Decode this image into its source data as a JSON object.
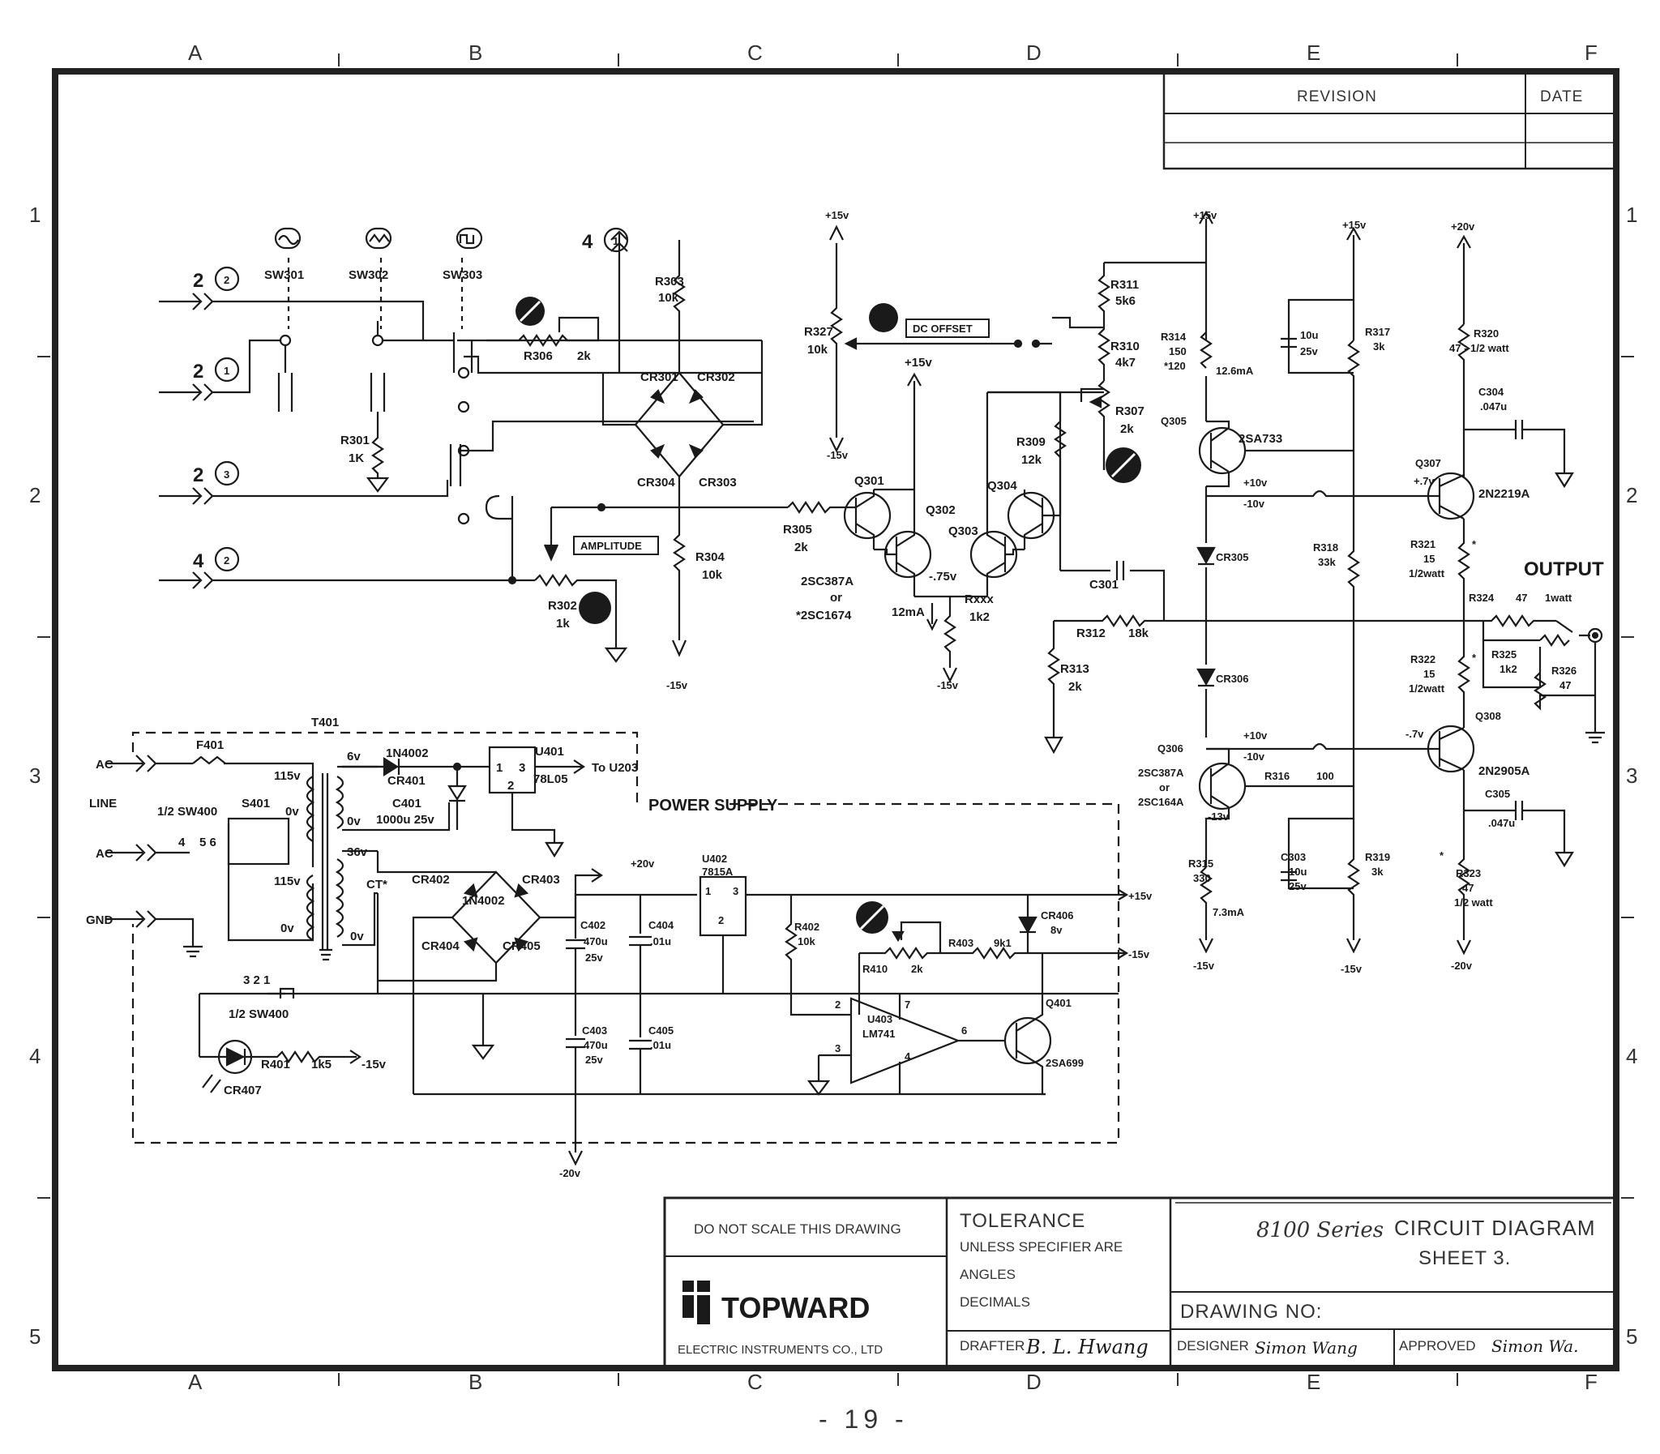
{
  "grid": {
    "columns": [
      "A",
      "B",
      "C",
      "D",
      "E",
      "F"
    ],
    "rows": [
      "1",
      "2",
      "3",
      "4",
      "5"
    ]
  },
  "revision_block": {
    "revision": "REVISION",
    "date": "DATE"
  },
  "switches": {
    "sw301": "SW301",
    "sw302": "SW302",
    "sw303": "SW303"
  },
  "inputs": {
    "in22": "2",
    "in21": "2",
    "in23": "2",
    "in42": "4",
    "in41": "4"
  },
  "labels": {
    "r303": "R303",
    "r303v": "10k",
    "r306": "R306",
    "r306v": "2k",
    "r301": "R301",
    "r301v": "1K",
    "cr301": "CR301",
    "cr302": "CR302",
    "cr304": "CR304",
    "cr303": "CR303",
    "r304": "R304",
    "r304v": "10k",
    "r305": "R305",
    "r305v": "2k",
    "r302": "R302",
    "r302v": "1k",
    "amplitude": "AMPLITUDE",
    "dc_offset": "DC OFFSET",
    "r327": "R327",
    "r327v": "10k",
    "p15a": "+15v",
    "m15a": "-15v",
    "p15b": "+15v",
    "m15b": "-15v",
    "m15c": "-15v",
    "q301": "Q301",
    "q302": "Q302",
    "q303": "Q303",
    "q304": "Q304",
    "q301type": "2SC387A",
    "or1": "or",
    "q301alt": "*2SC1674",
    "v75": "-.75v",
    "ma12": "12mA",
    "rxxx": "Rxxx",
    "rxxxv": "1k2",
    "r311": "R311",
    "r311v": "5k6",
    "r310": "R310",
    "r310v": "4k7",
    "r307": "R307",
    "r307v": "2k",
    "r309": "R309",
    "r309v": "12k",
    "c301": "C301",
    "r312": "R312",
    "r312v": "18k",
    "r313": "R313",
    "r313v": "2k",
    "p15c": "+15v",
    "p15d": "+15v",
    "p20a": "+20v",
    "r314": "R314",
    "r314v": "150",
    "r314alt": "*120",
    "ma126": "12.6mA",
    "q305": "Q305",
    "q305type": "2SA733",
    "c10u": "10u",
    "c10uv": "25v",
    "r317": "R317",
    "r317v": "3k",
    "r320": "R320",
    "r320v": "47 - 1/2 watt",
    "c304": "C304",
    "c304v": ".047u",
    "q307": "Q307",
    "q307type": "2N2219A",
    "v7p": "+.7v",
    "v10p": "+10v",
    "v10m": "-10v",
    "cr305": "CR305",
    "r318": "R318",
    "r318v": "33k",
    "r321": "R321",
    "r321v": "15",
    "r321w": "1/2watt",
    "output": "OUTPUT",
    "r324": "R324",
    "r324v": "47",
    "r324w": "1watt",
    "r325": "R325",
    "r325v": "1k2",
    "r326": "R326",
    "r326v": "47",
    "r322": "R322",
    "r322v": "15",
    "r322w": "1/2watt",
    "cr306": "CR306",
    "q308": "Q308",
    "q308type": "2N2905A",
    "v7m": "-.7v",
    "v10p2": "+10v",
    "v10m2": "-10v",
    "q306": "Q306",
    "q306type": "2SC387A",
    "or2": "or",
    "q306alt": "2SC164A",
    "r316": "R316",
    "r316v": "100",
    "v13": "-13v",
    "c305": "C305",
    "c305v": ".047u",
    "r315": "R315",
    "r315v": "330",
    "ma73": "7.3mA",
    "c303": "C303",
    "c303v": "10u",
    "c303w": "25v",
    "r319": "R319",
    "r319v": "3k",
    "r323": "R323",
    "r323v": "47",
    "r323w": "1/2 watt",
    "m15d": "-15v",
    "m15e": "-15v",
    "m20a": "-20v",
    "star": "*"
  },
  "power": {
    "t401": "T401",
    "f401": "F401",
    "ac1": "AC",
    "ac2": "AC",
    "line": "LINE",
    "gnd": "GND",
    "sw400": "1/2 SW400",
    "s401": "S401",
    "pin4": "4",
    "pin56": "5  6",
    "v115a": "115v",
    "v115b": "115v",
    "v0a": "0v",
    "v0b": "0v",
    "v0c": "0v",
    "v0d": "0v",
    "v6": "6v",
    "v36": "36v",
    "ct": "CT*",
    "d1n4002": "1N4002",
    "cr401": "CR401",
    "c401": "C401",
    "c401v": "1000u 25v",
    "u401": "U401",
    "u401type": "78L05",
    "u401p1": "1",
    "u401p3": "3",
    "u401p2": "2",
    "to_u203": "To U203",
    "title": "POWER SUPPLY",
    "cr402": "CR402",
    "cr403": "CR403",
    "cr404": "CR404",
    "cr405": "CR405",
    "bridge": "1N4002",
    "v20p": "+20v",
    "u402": "U402",
    "u402type": "7815A",
    "u402p1": "1",
    "u402p3": "3",
    "u402p2": "2",
    "c402": "C402",
    "c402v": "470u",
    "c402w": "25v",
    "c404": "C404",
    "c404v": ".01u",
    "c403": "C403",
    "c403v": "470u",
    "c403w": "25v",
    "c405": "C405",
    "c405v": ".01u",
    "r402": "R402",
    "r402v": "10k",
    "r410": "R410",
    "r410v": "2k",
    "r403": "R403",
    "r403v": "9k1",
    "cr406": "CR406",
    "cr406v": "8v",
    "out15p": "+15v",
    "out15m": "-15v",
    "u403": "U403",
    "u403type": "LM741",
    "p2": "2",
    "p3": "3",
    "p4": "4",
    "p6": "6",
    "p7": "7",
    "q401": "Q401",
    "q401type": "2SA699",
    "sw400b": "1/2 SW400",
    "sw400pins": "3  2  1",
    "r401": "R401",
    "r401v": "1k5",
    "m15": "-15v",
    "cr407": "CR407",
    "m20": "-20v"
  },
  "title_block": {
    "do_not_scale": "DO NOT SCALE THIS DRAWING",
    "company": "TOPWARD",
    "company_sub": "ELECTRIC INSTRUMENTS CO., LTD",
    "tolerance": "TOLERANCE",
    "unless": "UNLESS SPECIFIER ARE",
    "angles": "ANGLES",
    "decimals": "DECIMALS",
    "drafter": "DRAFTER",
    "drafter_sig": "B. L. Hwang",
    "title_series": "8100 Series",
    "title_main": "CIRCUIT DIAGRAM",
    "sheet": "SHEET 3.",
    "drawing_no": "DRAWING NO:",
    "designer": "DESIGNER",
    "designer_sig": "Simon Wang",
    "approved": "APPROVED",
    "approved_sig": "Simon Wa."
  },
  "page_number": "- 19 -"
}
